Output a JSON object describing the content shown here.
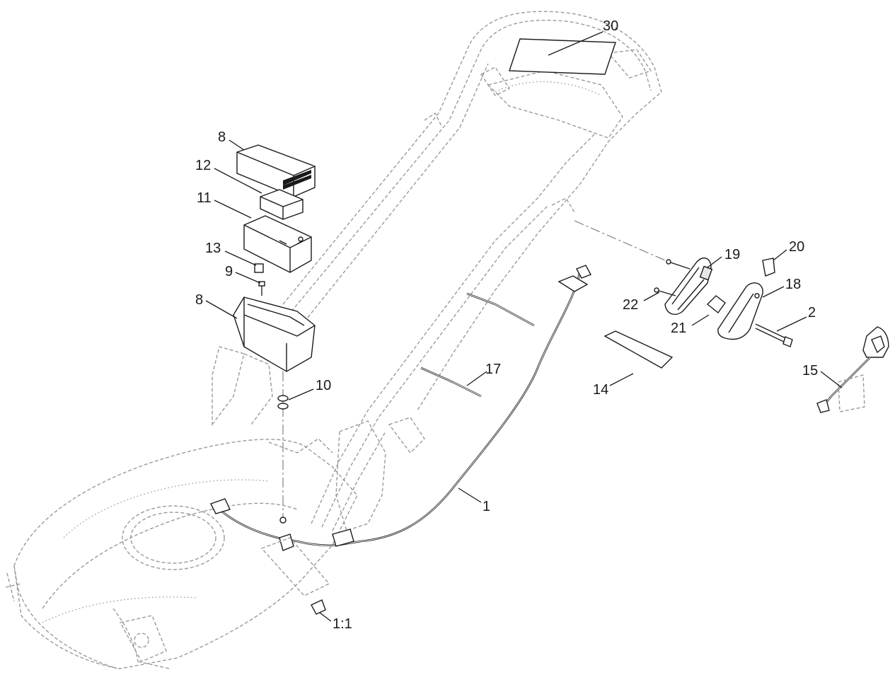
{
  "callouts": {
    "c30": "30",
    "c8a": "8",
    "c12": "12",
    "c11": "11",
    "c13": "13",
    "c9": "9",
    "c8b": "8",
    "c10": "10",
    "c19": "19",
    "c20": "20",
    "c18": "18",
    "c22": "22",
    "c21": "21",
    "c2": "2",
    "c14": "14",
    "c15": "15",
    "c17": "17",
    "c1": "1",
    "c1_1": "1:1"
  }
}
